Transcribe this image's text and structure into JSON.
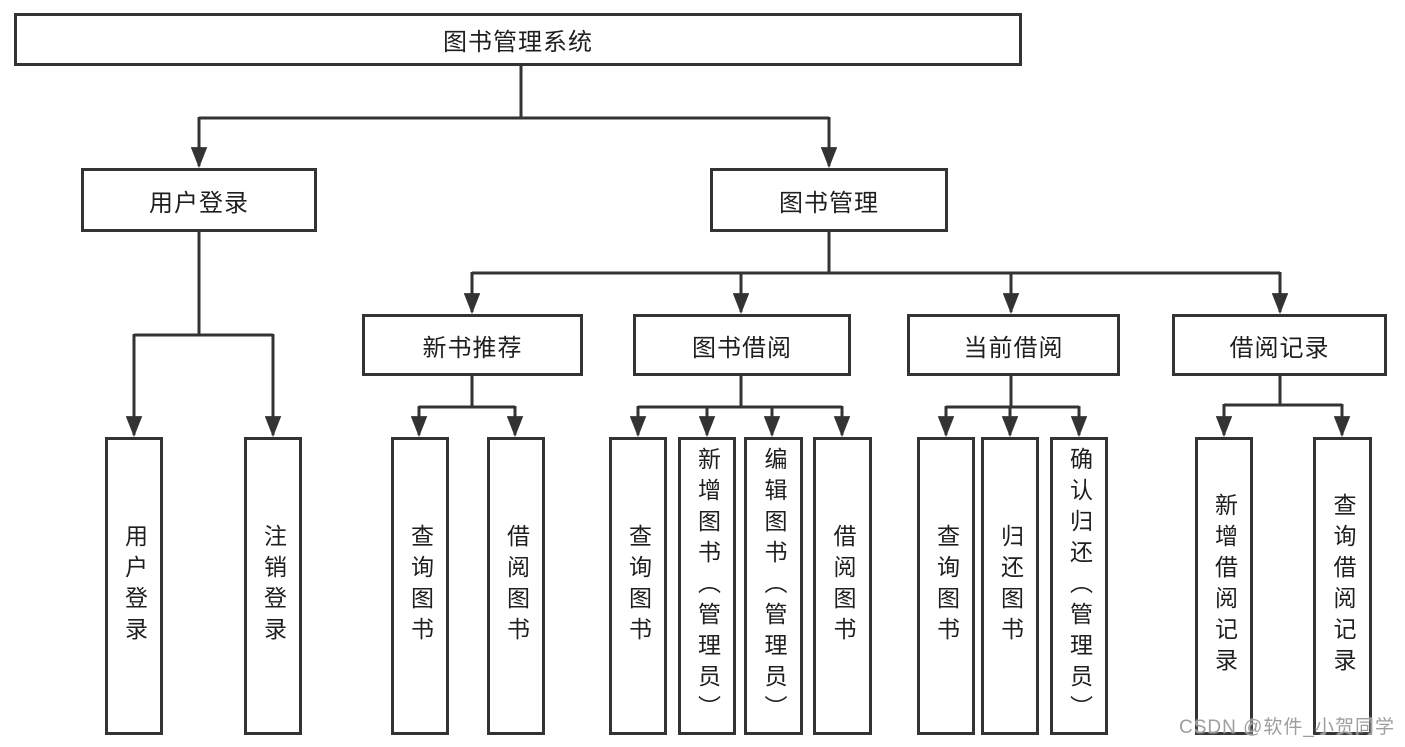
{
  "diagram": {
    "root": {
      "label": "图书管理系统",
      "children": [
        {
          "label": "用户登录",
          "children": [
            {
              "label": "用户登录"
            },
            {
              "label": "注销登录"
            }
          ]
        },
        {
          "label": "图书管理",
          "children": [
            {
              "label": "新书推荐",
              "children": [
                {
                  "label": "查询图书"
                },
                {
                  "label": "借阅图书"
                }
              ]
            },
            {
              "label": "图书借阅",
              "children": [
                {
                  "label": "查询图书"
                },
                {
                  "label": "新增图书（管理员）"
                },
                {
                  "label": "编辑图书（管理员）"
                },
                {
                  "label": "借阅图书"
                }
              ]
            },
            {
              "label": "当前借阅",
              "children": [
                {
                  "label": "查询图书"
                },
                {
                  "label": "归还图书"
                },
                {
                  "label": "确认归还（管理员）"
                }
              ]
            },
            {
              "label": "借阅记录",
              "children": [
                {
                  "label": "新增借阅记录"
                },
                {
                  "label": "查询借阅记录"
                }
              ]
            }
          ]
        }
      ]
    }
  },
  "watermark": {
    "text": "CSDN @软件_小贺同学"
  },
  "colors": {
    "line": "#333333",
    "text": "#1f1f1f",
    "watermark": "#9e9e9e",
    "background": "#ffffff"
  }
}
